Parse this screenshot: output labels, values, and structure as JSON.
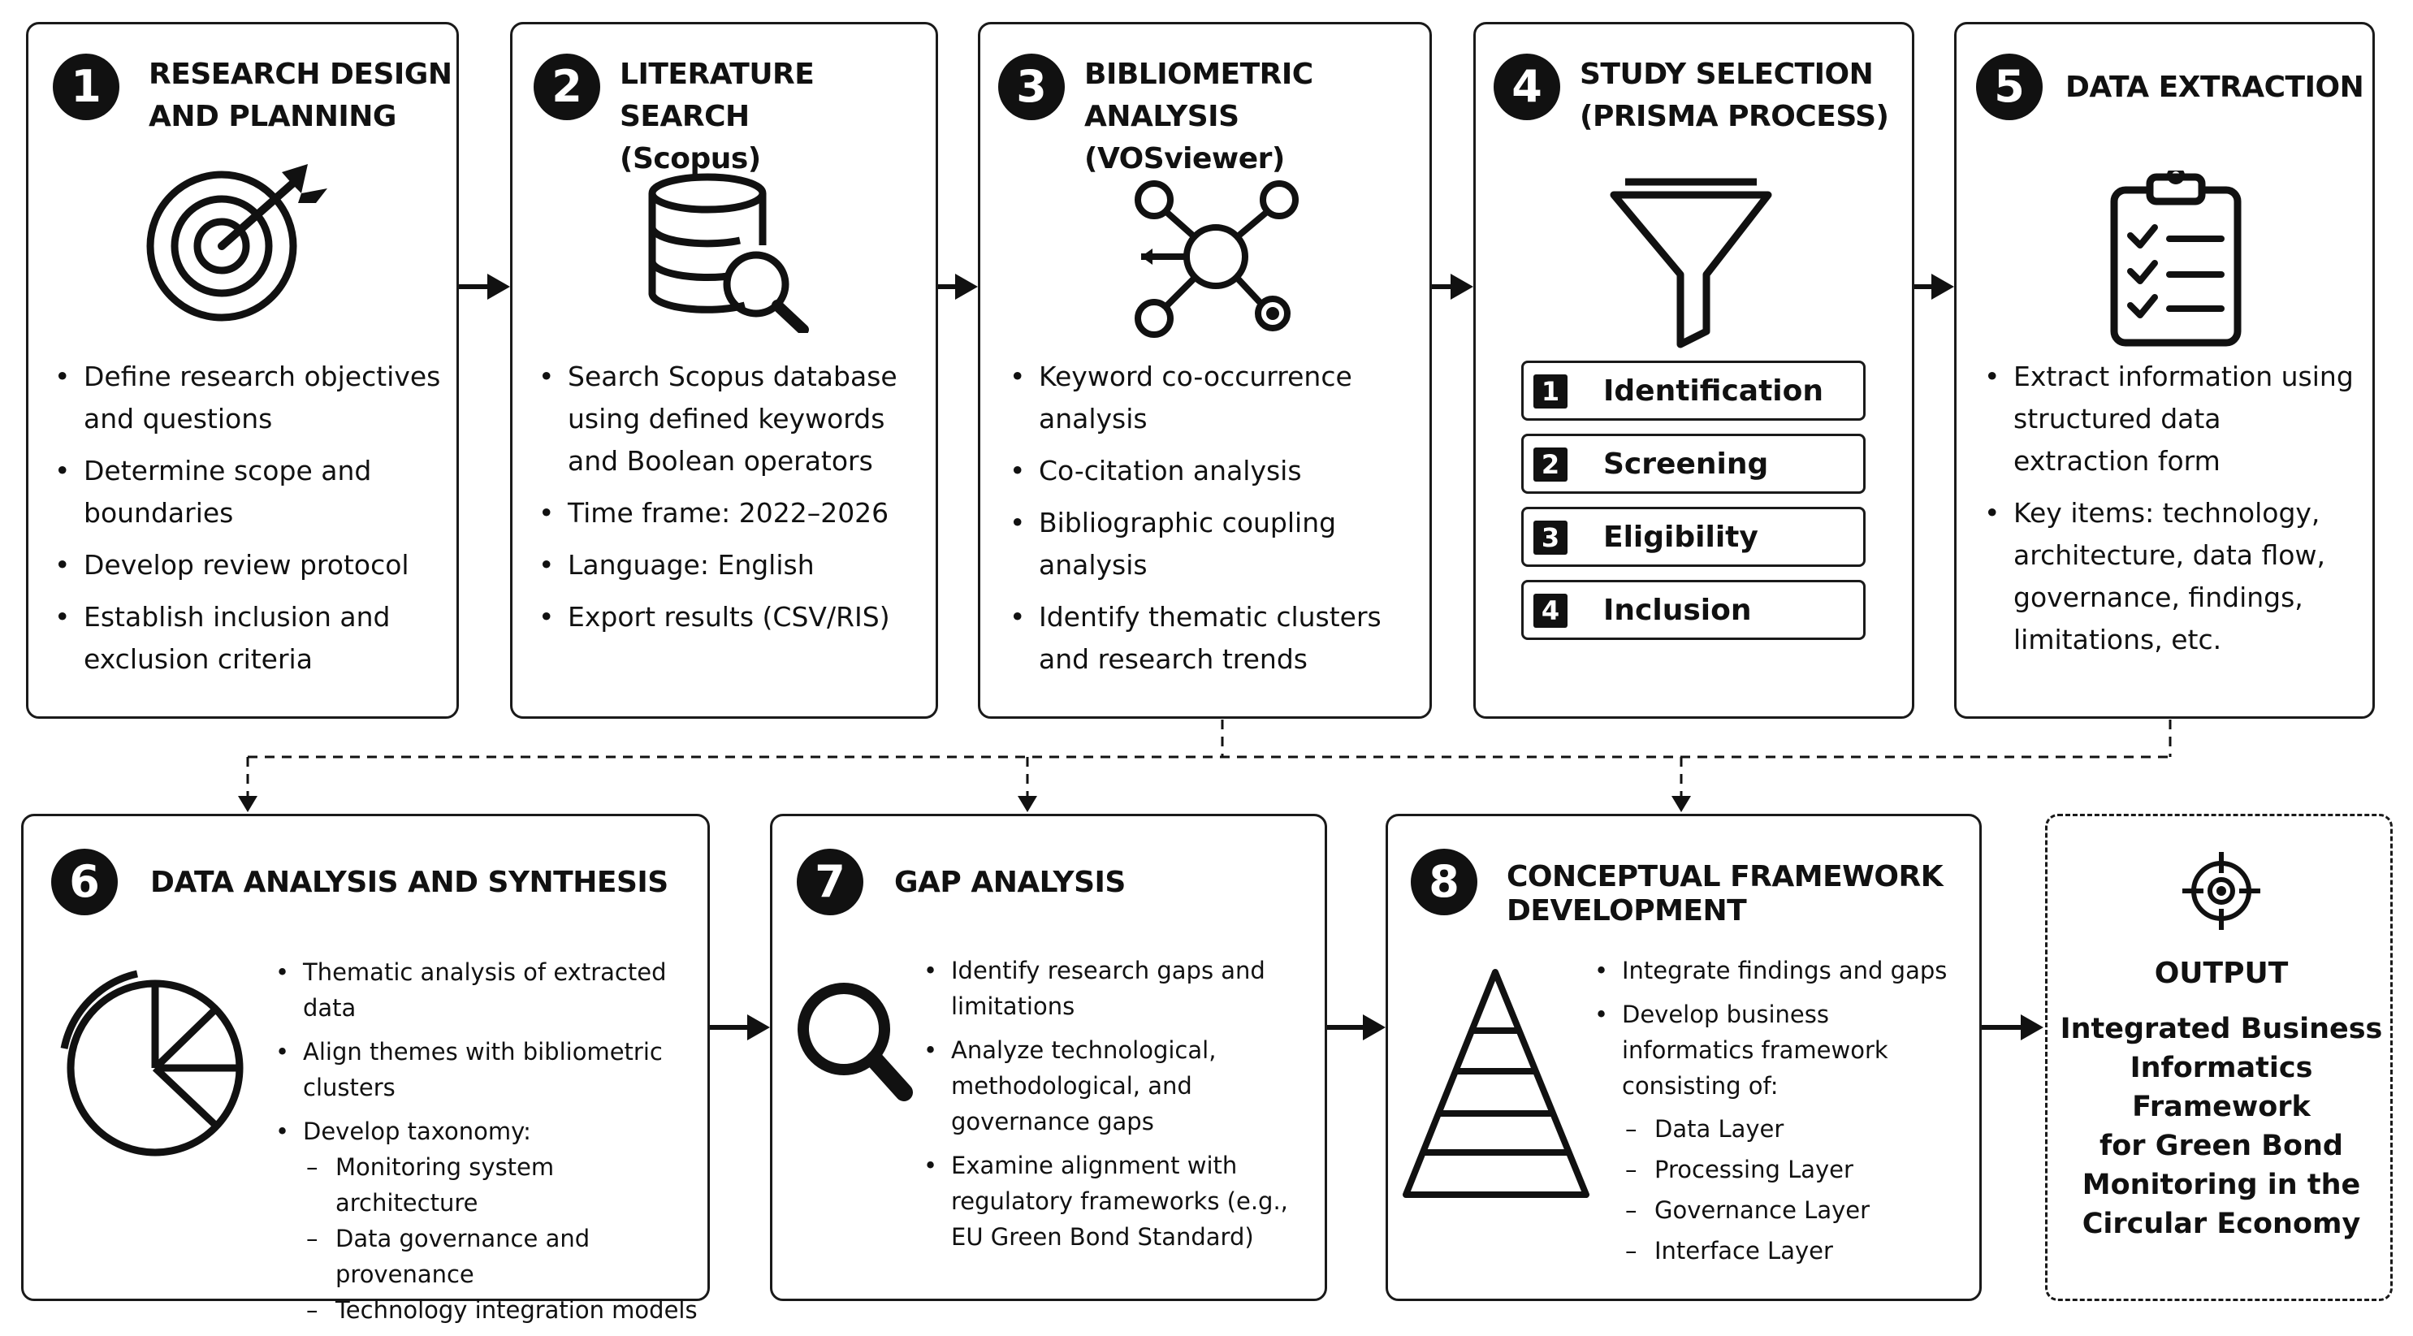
{
  "steps": [
    {
      "number": "1",
      "title_lines": [
        "RESEARCH DESIGN",
        "AND PLANNING"
      ],
      "icon": "target-icon",
      "bullets": [
        "Define research objectives and questions",
        "Determine scope and boundaries",
        "Develop review protocol",
        "Establish inclusion and exclusion criteria"
      ]
    },
    {
      "number": "2",
      "title_lines": [
        "LITERATURE SEARCH",
        "(Scopus)"
      ],
      "icon": "database-search-icon",
      "bullets": [
        "Search Scopus database using defined keywords and Boolean operators",
        "Time frame: 2022–2026",
        "Language: English",
        "Export results (CSV/RIS)"
      ]
    },
    {
      "number": "3",
      "title_lines": [
        "BIBLIOMETRIC ANALYSIS",
        "(VOSviewer)"
      ],
      "icon": "network-icon",
      "bullets": [
        "Keyword co-occurrence analysis",
        "Co-citation analysis",
        "Bibliographic coupling analysis",
        "Identify thematic clusters and research trends"
      ]
    },
    {
      "number": "4",
      "title_lines": [
        "STUDY SELECTION",
        "(PRISMA PROCESS)"
      ],
      "icon": "funnel-icon",
      "stages": [
        {
          "n": "1",
          "label": "Identification"
        },
        {
          "n": "2",
          "label": "Screening"
        },
        {
          "n": "3",
          "label": "Eligibility"
        },
        {
          "n": "4",
          "label": "Inclusion"
        }
      ]
    },
    {
      "number": "5",
      "title_lines": [
        "DATA EXTRACTION"
      ],
      "icon": "clipboard-checklist-icon",
      "bullets": [
        "Extract information using structured data extraction form",
        "Key items: technology, architecture, data flow, governance, findings, limitations, etc."
      ]
    },
    {
      "number": "6",
      "title_lines": [
        "DATA ANALYSIS AND SYNTHESIS"
      ],
      "icon": "pie-chart-icon",
      "bullets": [
        "Thematic analysis of extracted data",
        "Align themes with bibliometric clusters",
        "Develop taxonomy:"
      ],
      "sub_bullets": [
        "Monitoring system architecture",
        "Data governance and provenance",
        "Technology integration models"
      ]
    },
    {
      "number": "7",
      "title_lines": [
        "GAP ANALYSIS"
      ],
      "icon": "magnifier-icon",
      "bullets": [
        "Identify research gaps and limitations",
        "Analyze technological, methodological, and governance gaps",
        "Examine alignment with regulatory frameworks (e.g., EU Green Bond Standard)"
      ]
    },
    {
      "number": "8",
      "title_lines": [
        "CONCEPTUAL FRAMEWORK",
        "DEVELOPMENT"
      ],
      "icon": "pyramid-icon",
      "bullets": [
        "Integrate findings and gaps",
        "Develop business informatics framework consisting of:"
      ],
      "sub_bullets": [
        "Data Layer",
        "Processing Layer",
        "Governance Layer",
        "Interface Layer"
      ]
    }
  ],
  "output": {
    "icon": "crosshair-target-icon",
    "title": "OUTPUT",
    "text_lines": [
      "Integrated Business",
      "Informatics Framework",
      "for Green Bond",
      "Monitoring in the",
      "Circular Economy"
    ]
  },
  "colors": {
    "ink": "#111111",
    "background": "#ffffff"
  }
}
